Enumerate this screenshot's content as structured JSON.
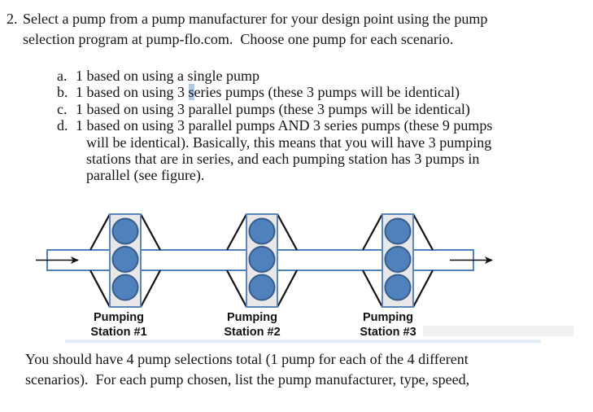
{
  "document": {
    "question": {
      "number": "2.",
      "lines": [
        "Select a pump from a pump manufacturer for your design point using the pump",
        "selection program at pump-flo.com.  Choose one pump for each scenario."
      ]
    },
    "scenarios": [
      {
        "marker": "a.",
        "text": "1 based on using a single pump"
      },
      {
        "marker": "b.",
        "prefix": "1 based on using 3 ",
        "highlighted": "s",
        "suffix": "eries pumps (these 3 pumps will be identical)"
      },
      {
        "marker": "c.",
        "text": "1 based on using 3 parallel pumps (these 3 pumps will be identical)"
      },
      {
        "marker": "d.",
        "lines": [
          "1 based on using 3 parallel pumps AND 3 series pumps (these 9 pumps",
          "will be identical). Basically, this means that you will have 3 pumping",
          "stations that are in series, and each pumping station has 3 pumps in",
          "parallel (see figure)."
        ]
      }
    ],
    "closing": {
      "lines": [
        "You should have 4 pump selections total (1 pump for each of the 4 different",
        "scenarios).  For each pump chosen, list the pump manufacturer, type, speed,"
      ]
    }
  },
  "figure": {
    "description": "Three identical pumping stations in series along one pipe, each station holding 3 pumps in parallel; flow arrows enter left and exit right",
    "pumps_per_station": 3,
    "stations": [
      {
        "label_line1": "Pumping",
        "label_line2": "Station #1"
      },
      {
        "label_line1": "Pumping",
        "label_line2": "Station #2"
      },
      {
        "label_line1": "Pumping",
        "label_line2": "Station #3"
      }
    ],
    "colors": {
      "ink": "#151515",
      "pump_fill": "#4f81bd",
      "pump_stroke": "#385d8a",
      "station_fill": "#e9e8e8",
      "station_stroke": "#5b87bb",
      "pipe_stroke": "#4f81bd",
      "highlight": "#b0c9e6",
      "faint_band": "#e2ecf6",
      "faint_gray": "#f1f1f1"
    }
  }
}
